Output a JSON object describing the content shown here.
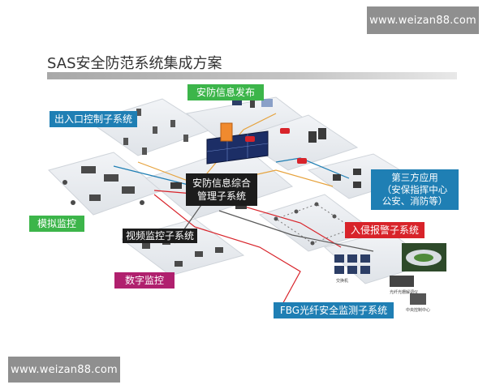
{
  "watermark_top": "www.weizan88.com",
  "watermark_bottom": "www.weizan88.com",
  "title": "SAS安全防范系统集成方案",
  "labels": {
    "info_release": "安防信息发布",
    "access_control": "出入口控制子系统",
    "mgmt": "安防信息综合\n管理子系统",
    "analog": "模拟监控",
    "video": "视频监控子系统",
    "digital": "数字监控",
    "third_party": "第三方应用\n（安保指挥中心\n公安、消防等）",
    "intrusion": "入侵报警子系统",
    "fbg": "FBG光纤安全监测子系统"
  },
  "small_labels": {
    "switch": "交换机",
    "fbg_host": "光纤光栅解调仪",
    "center": "中央控制中心"
  },
  "colors": {
    "green": "#3cb54a",
    "blue": "#1f7fb4",
    "black": "#1c1c1c",
    "magenta": "#b0206e",
    "red": "#d8232a"
  }
}
